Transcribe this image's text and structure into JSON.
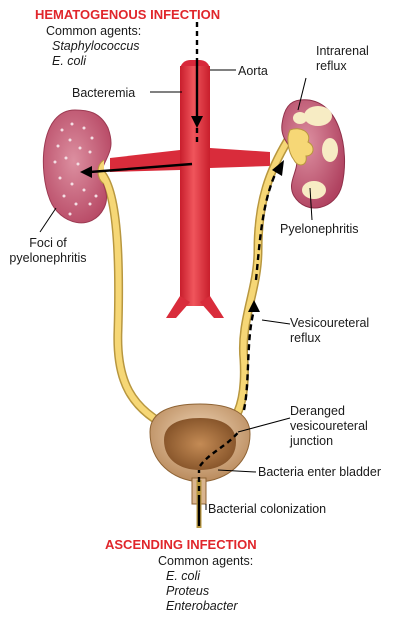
{
  "top_heading": "HEMATOGENOUS INFECTION",
  "top_agents": {
    "label": "Common agents:",
    "items": [
      "Staphylococcus",
      "E. coli"
    ]
  },
  "labels": {
    "aorta": "Aorta",
    "bacteremia": "Bacteremia",
    "intrarenal_reflux_1": "Intrarenal",
    "intrarenal_reflux_2": "reflux",
    "foci_1": "Foci of",
    "foci_2": "pyelonephritis",
    "pyelonephritis": "Pyelonephritis",
    "vesicoureteral_1": "Vesicoureteral",
    "vesicoureteral_2": "reflux",
    "deranged_1": "Deranged",
    "deranged_2": "vesicoureteral",
    "deranged_3": "junction",
    "bacteria_enter": "Bacteria enter bladder",
    "colonization": "Bacterial colonization"
  },
  "bottom_heading": "ASCENDING INFECTION",
  "bottom_agents": {
    "label": "Common agents:",
    "items": [
      "E. coli",
      "Proteus",
      "Enterobacter"
    ]
  },
  "colors": {
    "red_heading": "#e0262b",
    "aorta": "#e8323e",
    "kidney": "#c9627a",
    "kidney_spots": "#f3dfe4",
    "ureter": "#f6d776",
    "bladder": "#d9b48e",
    "bladder_inner": "#a8713f",
    "arrow": "#000000"
  }
}
